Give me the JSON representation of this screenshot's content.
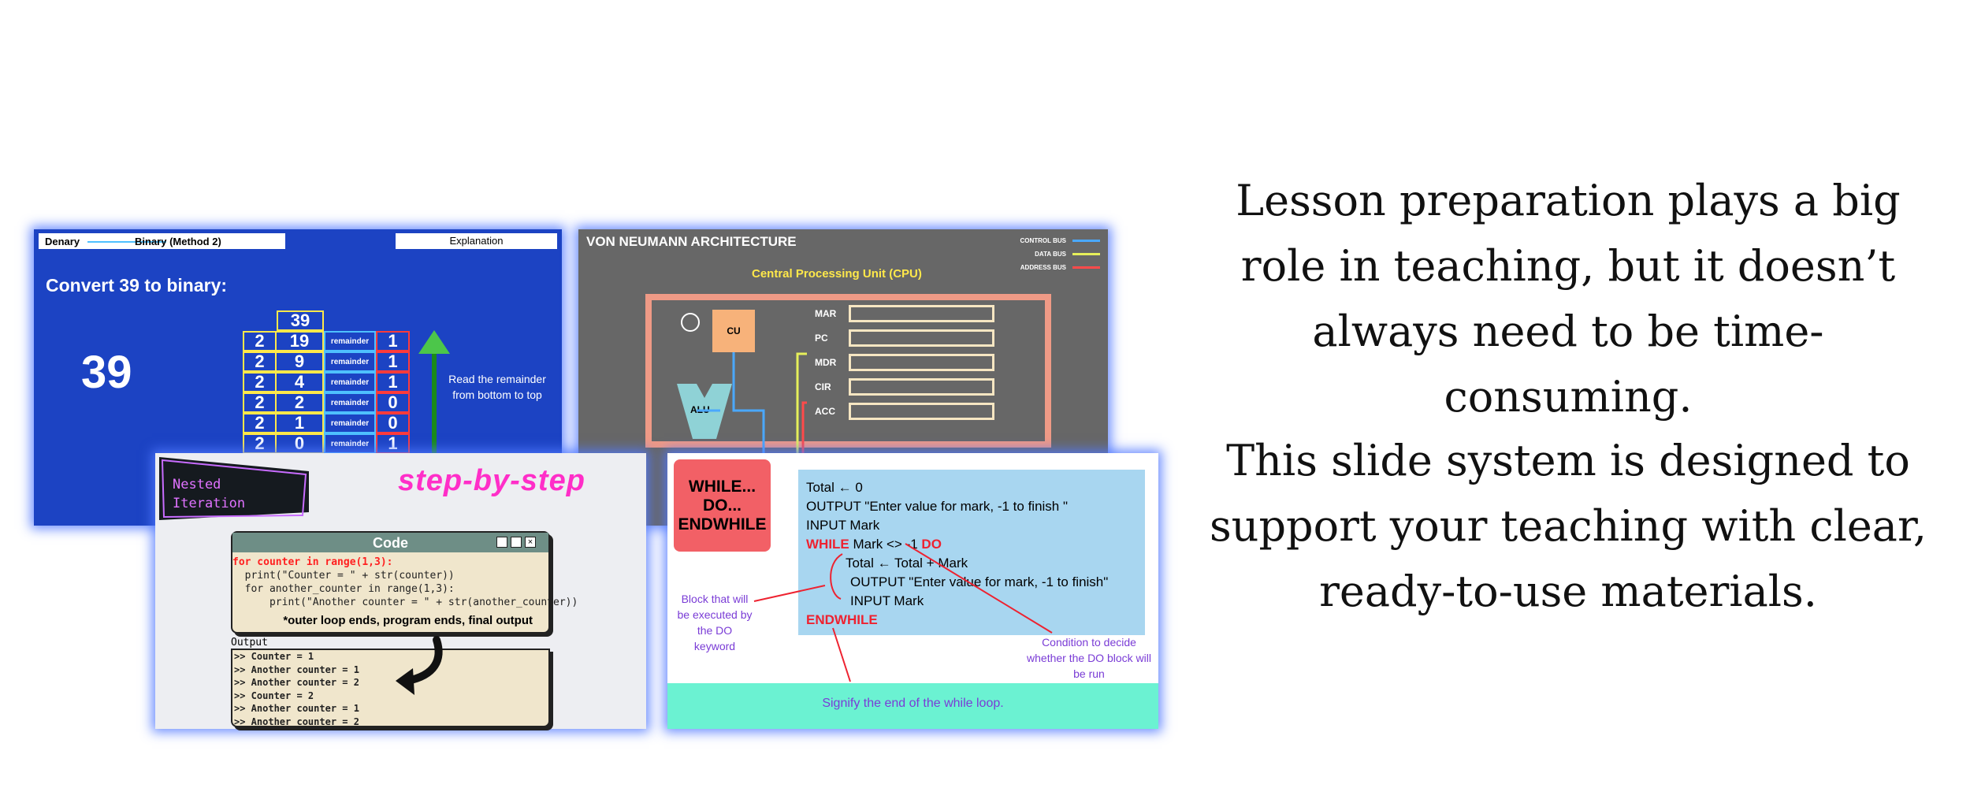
{
  "slide_binary": {
    "header_left_a": "Denary",
    "header_left_b": "Binary (Method 2)",
    "header_right": "Explanation",
    "title": "Convert  39 to binary:",
    "big_number": "39",
    "top_cell": "39",
    "rows": [
      {
        "d": "2",
        "n": "19",
        "r": "remainder",
        "b": "1"
      },
      {
        "d": "2",
        "n": "9",
        "r": "remainder",
        "b": "1"
      },
      {
        "d": "2",
        "n": "4",
        "r": "remainder",
        "b": "1"
      },
      {
        "d": "2",
        "n": "2",
        "r": "remainder",
        "b": "0"
      },
      {
        "d": "2",
        "n": "1",
        "r": "remainder",
        "b": "0"
      },
      {
        "d": "2",
        "n": "0",
        "r": "remainder",
        "b": "1"
      }
    ],
    "note": "Read the remainder from bottom to top",
    "colors": {
      "bg": "#1c43c3",
      "arrow": "#4cc64a"
    }
  },
  "slide_vonneumann": {
    "title": "VON NEUMANN ARCHITECTURE",
    "legend": [
      {
        "label": "CONTROL BUS",
        "color": "#4aa8ff"
      },
      {
        "label": "DATA BUS",
        "color": "#e6ef5a"
      },
      {
        "label": "ADDRESS BUS",
        "color": "#ff4a4a"
      }
    ],
    "cpu_label": "Central Processing Unit (CPU)",
    "cu": "CU",
    "alu": "ALU",
    "registers": [
      "MAR",
      "PC",
      "MDR",
      "CIR",
      "ACC"
    ]
  },
  "slide_nested": {
    "tag": "Nested Iteration",
    "tag_line1": "Nested",
    "tag_line2": "Iteration",
    "heading": "step-by-step",
    "code_title": "Code",
    "code_line1": "for counter in range(1,3):",
    "code_line2": "  print(\"Counter = \" + str(counter))",
    "code_line3": "  for another_counter in range(1,3):",
    "code_line4": "      print(\"Another counter = \" + str(another_counter))",
    "code_footer": "*outer loop ends, program ends, final output",
    "output_label": "Output",
    "output_lines": [
      ">> Counter = 1",
      ">> Another counter = 1",
      ">> Another counter = 2",
      ">> Counter = 2",
      ">> Another counter = 1",
      ">> Another counter = 2"
    ]
  },
  "slide_while": {
    "badge_l1": "WHILE...",
    "badge_l2": "DO...",
    "badge_l3": "ENDWHILE",
    "line1": "Total ← 0",
    "line2": "OUTPUT \"Enter value for mark, -1 to finish \"",
    "line3": "INPUT Mark",
    "line4_kw": "WHILE",
    "line4_mid": " Mark <> -1 ",
    "line4_kw2": "DO",
    "line5": "Total ← Total + Mark",
    "line6": "OUTPUT \"Enter value for mark, -1 to finish\"",
    "line7": "INPUT Mark",
    "line8_kw": "ENDWHILE",
    "ann_left": "Block that will be executed by the DO keyword",
    "ann_right": "Condition to decide whether the DO block will be run",
    "ann_bottom": "Signify the end of the while loop."
  },
  "right_text": {
    "para1": "Lesson preparation plays a big role in teaching, but it doesn’t always need to be time-consuming.",
    "para2": "This slide system is designed to support your teaching with clear, ready-to-use materials."
  }
}
